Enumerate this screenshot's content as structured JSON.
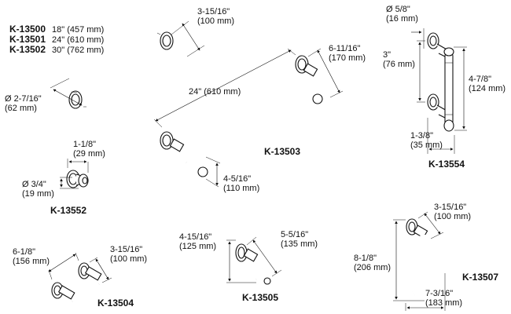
{
  "models_24in_bar_group": [
    {
      "code": "K-13500",
      "size": "18\" (457 mm)"
    },
    {
      "code": "K-13501",
      "size": "24\" (610 mm)"
    },
    {
      "code": "K-13502",
      "size": "30\" (762 mm)"
    }
  ],
  "dimensions": {
    "single_bar_projection": [
      "3-15/16\"",
      "(100 mm)"
    ],
    "single_bar_post_dia": [
      "Ø 2-7/16\"",
      "(62 mm)"
    ],
    "double_bar_length": "24\" (610 mm)",
    "double_bar_projection": [
      "6-11/16\"",
      "(170 mm)"
    ],
    "double_bar_spacing": [
      "4-5/16\"",
      "(110 mm)"
    ],
    "knob_projection": [
      "1-1/8\"",
      "(29 mm)"
    ],
    "knob_dia": [
      "Ø 3/4\"",
      "(19 mm)"
    ],
    "pull_dia": [
      "Ø 5/8\"",
      "(16 mm)"
    ],
    "pull_centers": [
      "3\"",
      "(76 mm)"
    ],
    "pull_length": [
      "4-7/8\"",
      "(124 mm)"
    ],
    "pull_projection": [
      "1-3/8\"",
      "(35 mm)"
    ],
    "tissue_length": [
      "6-1/8\"",
      "(156 mm)"
    ],
    "tissue_projection": [
      "3-15/16\"",
      "(100 mm)"
    ],
    "hook_height": [
      "4-15/16\"",
      "(125 mm)"
    ],
    "hook_projection": [
      "5-5/16\"",
      "(135 mm)"
    ],
    "ring_projection": [
      "3-15/16\"",
      "(100 mm)"
    ],
    "ring_height": [
      "8-1/8\"",
      "(206 mm)"
    ],
    "ring_width": [
      "7-3/16\"",
      "(183 mm)"
    ]
  },
  "product_codes": {
    "double_towel_bar": "K-13503",
    "cabinet_pull": "K-13554",
    "knob": "K-13552",
    "tissue_holder": "K-13504",
    "robe_hook": "K-13505",
    "towel_ring": "K-13507"
  }
}
